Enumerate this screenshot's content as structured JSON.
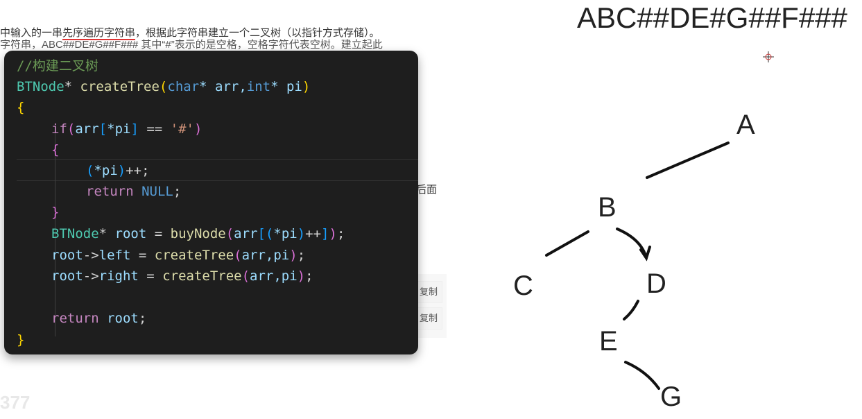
{
  "document": {
    "line1_prefix": "中输入的一串",
    "line1_underlined": "先序遍历字符串",
    "line1_suffix": "，根据此字符串建立一个二叉树（以指针方式存储）。",
    "line2_partial": "字符串，ABC##DE#G##F### 其中“#”表示的是空格，空格字符代表空树。建立起此",
    "line_right_fragment": "后面",
    "copy_buttons": [
      "复制",
      "复制"
    ],
    "faded_number": "377"
  },
  "code": {
    "comment": "//构建二叉树",
    "signature": {
      "ret_type": "BTNode",
      "star": "* ",
      "name": "createTree",
      "type1": "char",
      "p1": "* arr,",
      "type2": "int",
      "p2": "* pi"
    },
    "open_brace": "{",
    "if_kw": "if",
    "if_arr": "arr",
    "if_idx": "*pi",
    "if_eq": " == ",
    "if_str": "'#'",
    "inner_open": "{",
    "inc_expr": "*pi",
    "inc_op": "++;",
    "return_kw": "return",
    "null_kw": "NULL",
    "semi": ";",
    "inner_close": "}",
    "root_decl": {
      "type": "BTNode",
      "star": "* ",
      "var": "root",
      "eq": " = ",
      "fn": "buyNode",
      "arr": "arr",
      "pi": "*pi",
      "tail": "++"
    },
    "left_line": {
      "var": "root",
      "arrow": "->",
      "field": "left",
      "eq": " = ",
      "fn": "createTree",
      "args": "arr,pi"
    },
    "right_line": {
      "var": "root",
      "arrow": "->",
      "field": "right",
      "eq": " = ",
      "fn": "createTree",
      "args": "arr,pi"
    },
    "return_root": "root",
    "close_brace": "}"
  },
  "whiteboard": {
    "sequence": "ABC##DE#G##F###",
    "nodes": [
      "A",
      "B",
      "C",
      "D",
      "E",
      "G"
    ]
  }
}
